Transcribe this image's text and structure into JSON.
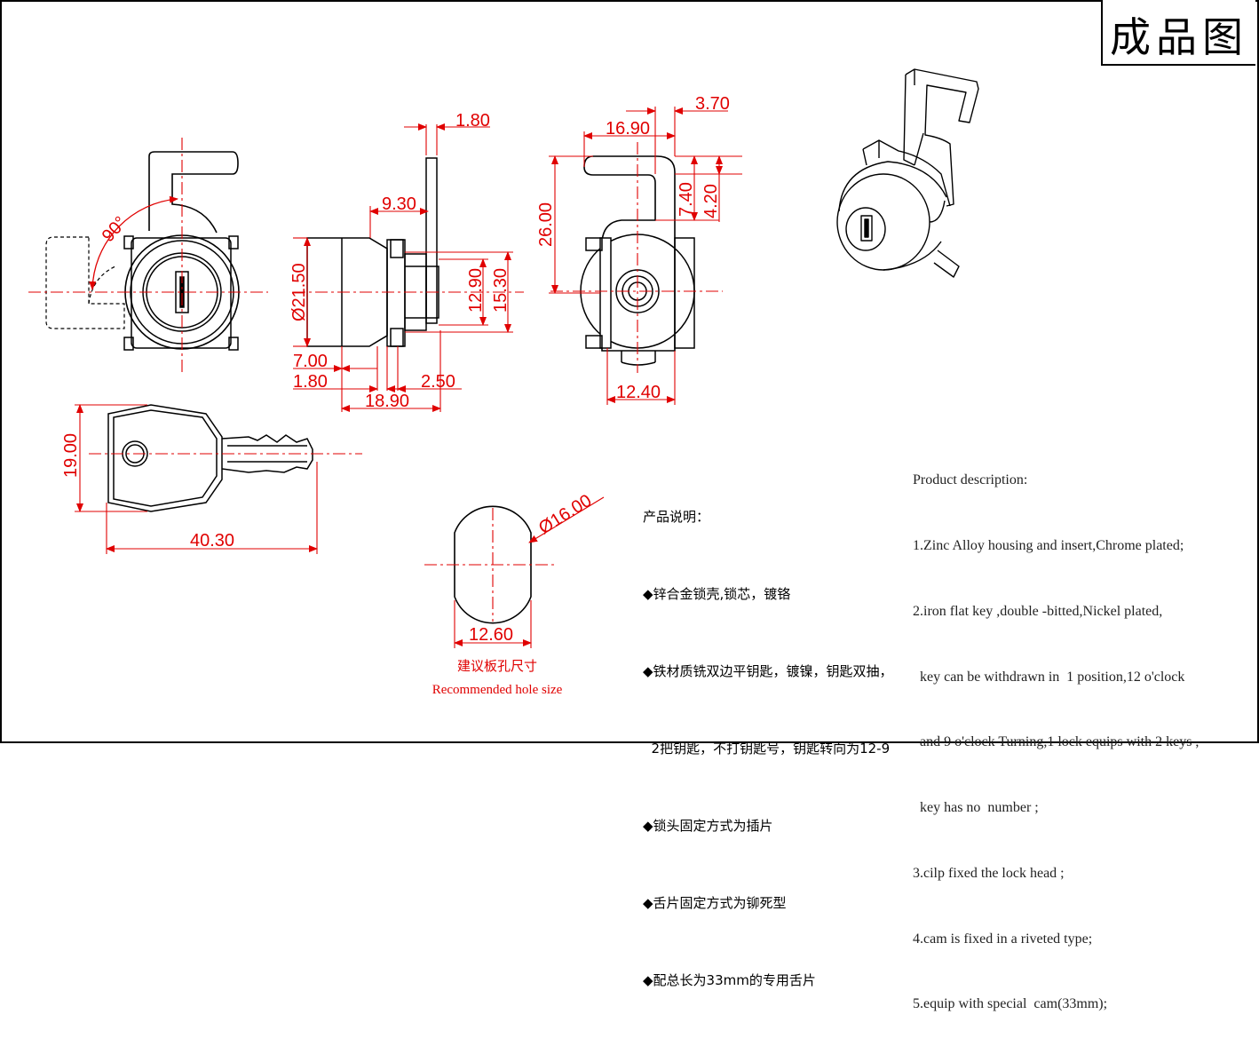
{
  "title": "成品图",
  "dimensions": {
    "angle": "90°",
    "thickness_top": "1.80",
    "depth_9_30": "9.30",
    "dia_21_50": "Ø21.50",
    "h_12_90": "12.90",
    "h_15_30": "15.30",
    "w_7_00": "7.00",
    "w_1_80": "1.80",
    "w_2_50": "2.50",
    "w_18_90": "18.90",
    "w_3_70": "3.70",
    "w_16_90": "16.90",
    "h_26_00": "26.00",
    "h_7_40": "7.40",
    "h_4_20": "4.20",
    "w_12_40": "12.40",
    "key_h_19_00": "19.00",
    "key_w_40_30": "40.30",
    "hole_dia_16_00": "Ø16.00",
    "hole_w_12_60": "12.60"
  },
  "hole_caption": {
    "cn": "建议板孔尺寸",
    "en": "Recommended hole size"
  },
  "cn_description": {
    "heading": "产品说明：",
    "items": [
      "◆锌合金锁壳,锁芯，镀铬",
      "◆铁材质铣双边平钥匙，镀镍，钥匙双抽，",
      "  2把钥匙，不打钥匙号，钥匙转向为12-9",
      "◆锁头固定方式为插片",
      "◆舌片固定方式为铆死型",
      "◆配总长为33mm的专用舌片"
    ]
  },
  "en_description": {
    "heading": "Product description:",
    "items": [
      "1.Zinc Alloy housing and insert,Chrome plated;",
      "2.iron flat key ,double -bitted,Nickel plated,",
      "  key can be withdrawn in  1 position,12 o'clock",
      "  and 9 o'clock Turning,1 lock equips with 2 keys ,",
      "  key has no  number ;",
      "3.cilp fixed the lock head ;",
      "4.cam is fixed in a riveted type;",
      "5.equip with special  cam(33mm);"
    ]
  }
}
